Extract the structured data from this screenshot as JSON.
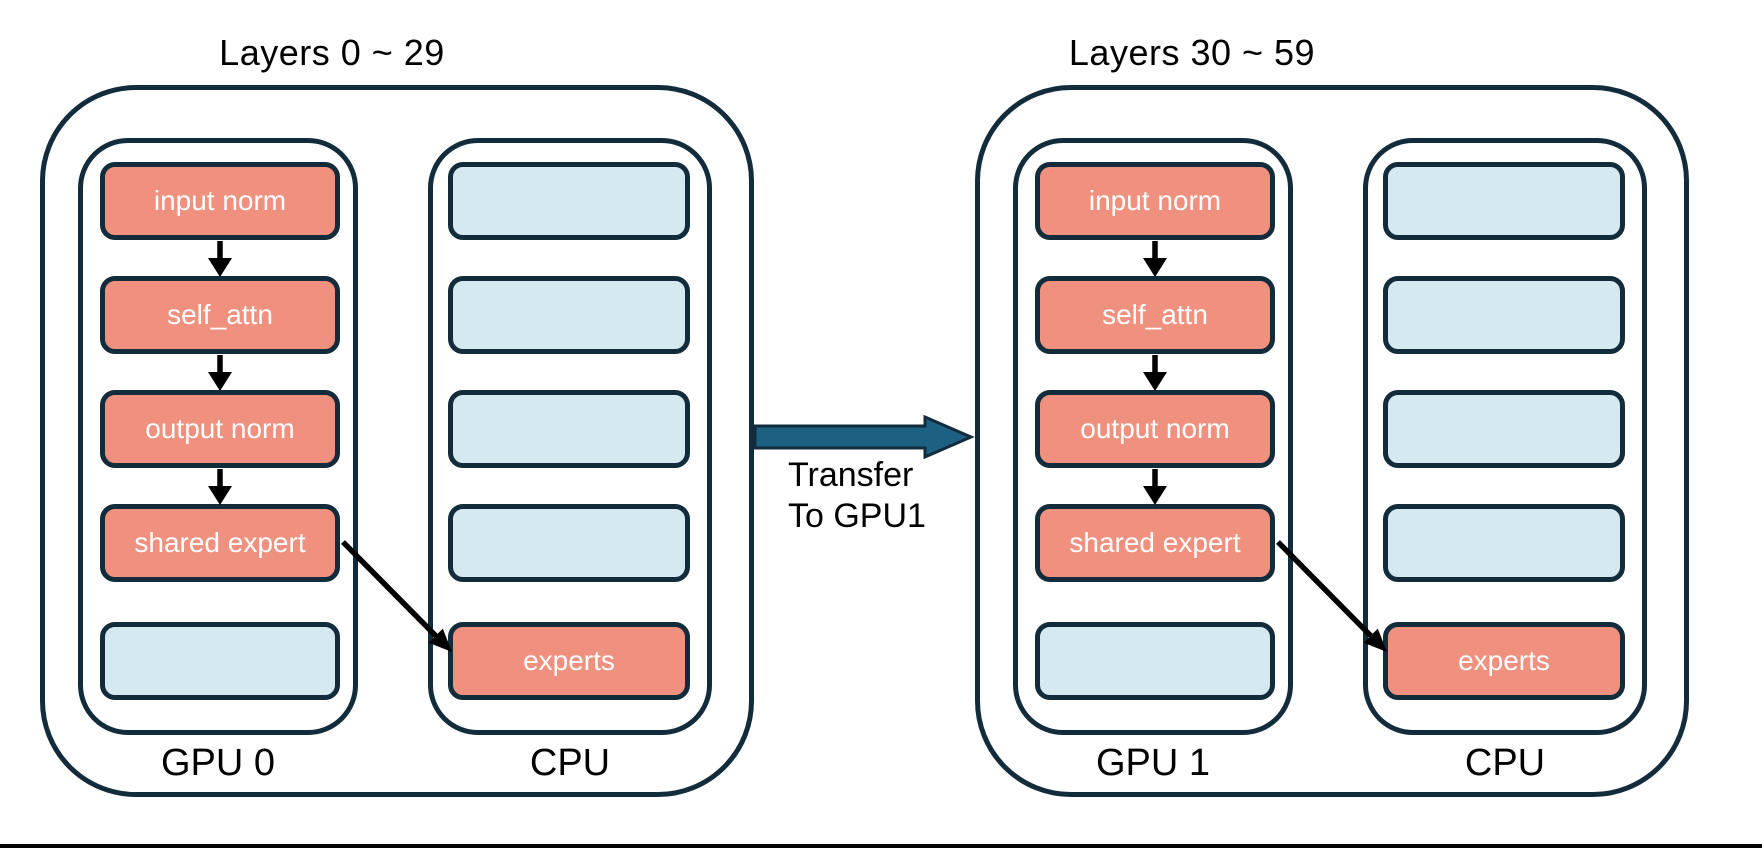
{
  "colors": {
    "module_fill": "#F0917F",
    "slot_fill": "#D5E9F0",
    "outline": "#132C3C",
    "transfer_arrow_fill": "#1E6081",
    "flow_arrow": "#000000",
    "box_text": "#FFFFFF",
    "label_text": "#000000",
    "canvas_bg": "#FFFFFF"
  },
  "groups": [
    {
      "title": "Layers 0 ~ 29",
      "gpu": {
        "label": "GPU 0",
        "boxes": [
          {
            "label": "input norm",
            "type": "module"
          },
          {
            "label": "self_attn",
            "type": "module"
          },
          {
            "label": "output norm",
            "type": "module"
          },
          {
            "label": "shared expert",
            "type": "module"
          },
          {
            "label": "",
            "type": "slot"
          }
        ]
      },
      "cpu": {
        "label": "CPU",
        "boxes": [
          {
            "label": "",
            "type": "slot"
          },
          {
            "label": "",
            "type": "slot"
          },
          {
            "label": "",
            "type": "slot"
          },
          {
            "label": "",
            "type": "slot"
          },
          {
            "label": "experts",
            "type": "module"
          }
        ]
      }
    },
    {
      "title": "Layers 30 ~ 59",
      "gpu": {
        "label": "GPU 1",
        "boxes": [
          {
            "label": "input norm",
            "type": "module"
          },
          {
            "label": "self_attn",
            "type": "module"
          },
          {
            "label": "output norm",
            "type": "module"
          },
          {
            "label": "shared expert",
            "type": "module"
          },
          {
            "label": "",
            "type": "slot"
          }
        ]
      },
      "cpu": {
        "label": "CPU",
        "boxes": [
          {
            "label": "",
            "type": "slot"
          },
          {
            "label": "",
            "type": "slot"
          },
          {
            "label": "",
            "type": "slot"
          },
          {
            "label": "",
            "type": "slot"
          },
          {
            "label": "experts",
            "type": "module"
          }
        ]
      }
    }
  ],
  "transfer": {
    "line1": "Transfer",
    "line2": "To GPU1"
  }
}
